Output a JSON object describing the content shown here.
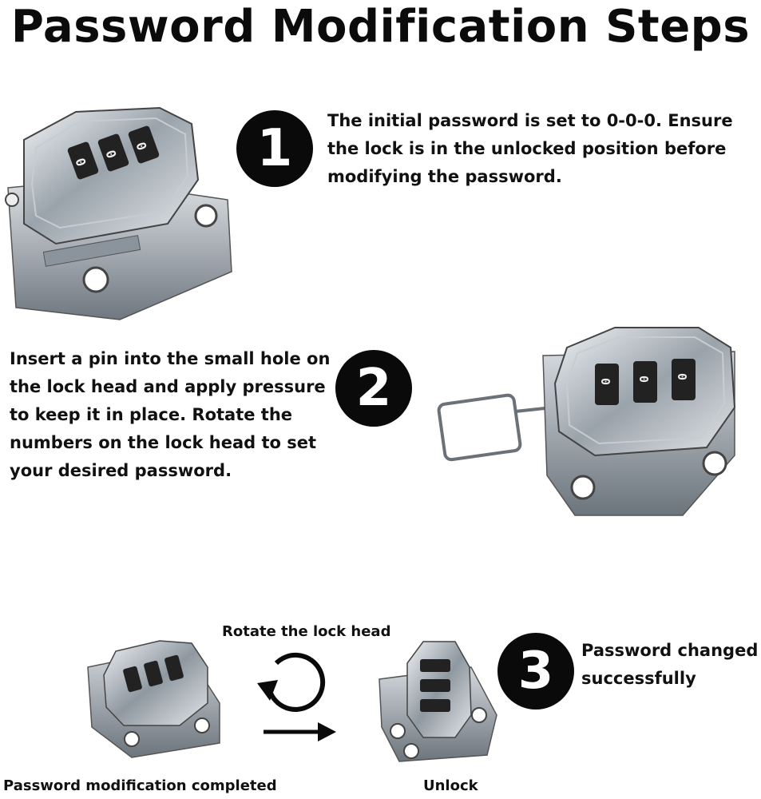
{
  "title": "Password Modification Steps",
  "steps": [
    {
      "number": "1",
      "lines": [
        "The initial password is set to 0-0-0. Ensure",
        "the lock is in the unlocked position before",
        "modifying the password."
      ]
    },
    {
      "number": "2",
      "lines": [
        "Insert a pin into the small hole on",
        "the lock head and apply pressure",
        "to keep it in place. Rotate the",
        "numbers on the lock head to set",
        "your desired password."
      ]
    },
    {
      "number": "3",
      "lines": [
        "Password changed",
        "successfully"
      ]
    }
  ],
  "captions": {
    "rotate": "Rotate the lock head",
    "completed": "Password modification completed",
    "unlock": "Unlock"
  },
  "icons": [
    "lock-image",
    "rotate-arrow-icon",
    "right-arrow-icon"
  ]
}
